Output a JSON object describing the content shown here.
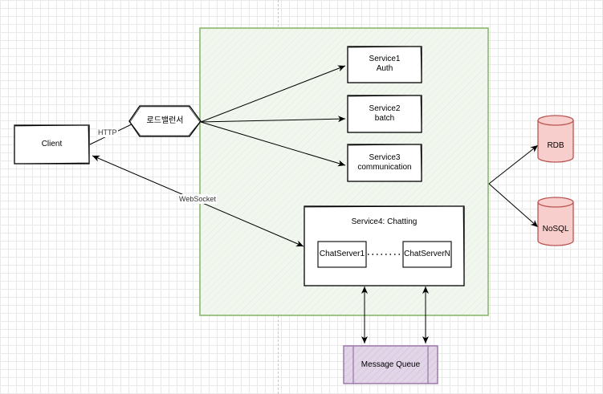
{
  "client": {
    "label": "Client"
  },
  "load_balancer": {
    "label": "로드밸런서"
  },
  "edge_labels": {
    "http": "HTTP",
    "websocket": "WebSocket"
  },
  "services": [
    {
      "name": "Service1",
      "desc": "Auth"
    },
    {
      "name": "Service2",
      "desc": "batch"
    },
    {
      "name": "Service3",
      "desc": "communication"
    }
  ],
  "chatting": {
    "title": "Service4: Chatting",
    "server_first": "ChatServer1",
    "server_last": "ChatServerN"
  },
  "databases": [
    {
      "label": "RDB"
    },
    {
      "label": "NoSQL"
    }
  ],
  "queue": {
    "label": "Message Queue"
  },
  "colors": {
    "cluster_border": "#82b366",
    "cluster_fill": "#f1f7ee",
    "db_stroke": "#b85450",
    "db_fill": "#f8cecc",
    "queue_stroke": "#9673a6",
    "queue_fill": "#e1d5e7"
  }
}
